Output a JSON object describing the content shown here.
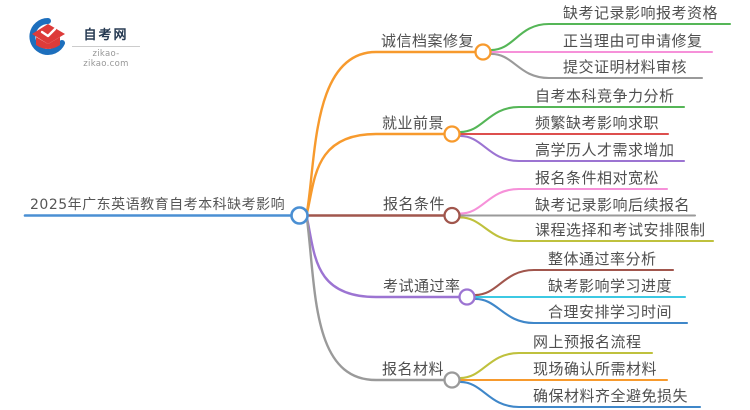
{
  "logo": {
    "site_name": "自考网",
    "site_url": "zikao-zikao.com",
    "icon_colors": {
      "crescent_blue": "#1d6fbd",
      "cap_red": "#dd3b39"
    }
  },
  "central": {
    "label": "2025年广东英语教育自考本科缺考影响",
    "color": "#4a8fd3"
  },
  "branches": [
    {
      "label": "诚信档案修复",
      "color": "#f79a2d",
      "children": [
        {
          "label": "缺考记录影响报考资格",
          "color": "#55b657"
        },
        {
          "label": "正当理由可申请修复",
          "color": "#f691d9"
        },
        {
          "label": "提交证明材料审核",
          "color": "#9a9a9a"
        }
      ]
    },
    {
      "label": "就业前景",
      "color": "#f79a2d",
      "children": [
        {
          "label": "自考本科竞争力分析",
          "color": "#55b657"
        },
        {
          "label": "频繁缺考影响求职",
          "color": "#dd4f4d"
        },
        {
          "label": "高学历人才需求增加",
          "color": "#9c74d2"
        }
      ]
    },
    {
      "label": "报名条件",
      "color": "#a1564d",
      "children": [
        {
          "label": "报名条件相对宽松",
          "color": "#f691d9"
        },
        {
          "label": "缺考记录影响后续报名",
          "color": "#9a9a9a"
        },
        {
          "label": "课程选择和考试安排限制",
          "color": "#bfc13d"
        }
      ]
    },
    {
      "label": "考试通过率",
      "color": "#9c74d2",
      "children": [
        {
          "label": "整体通过率分析",
          "color": "#a1564d"
        },
        {
          "label": "缺考影响学习进度",
          "color": "#3cc9e3"
        },
        {
          "label": "合理安排学习时间",
          "color": "#3f87c9"
        }
      ]
    },
    {
      "label": "报名材料",
      "color": "#9a9a9a",
      "children": [
        {
          "label": "网上预报名流程",
          "color": "#bfc13d"
        },
        {
          "label": "现场确认所需材料",
          "color": "#f79a2d"
        },
        {
          "label": "确保材料齐全避免损失",
          "color": "#3f87c9"
        }
      ]
    }
  ]
}
